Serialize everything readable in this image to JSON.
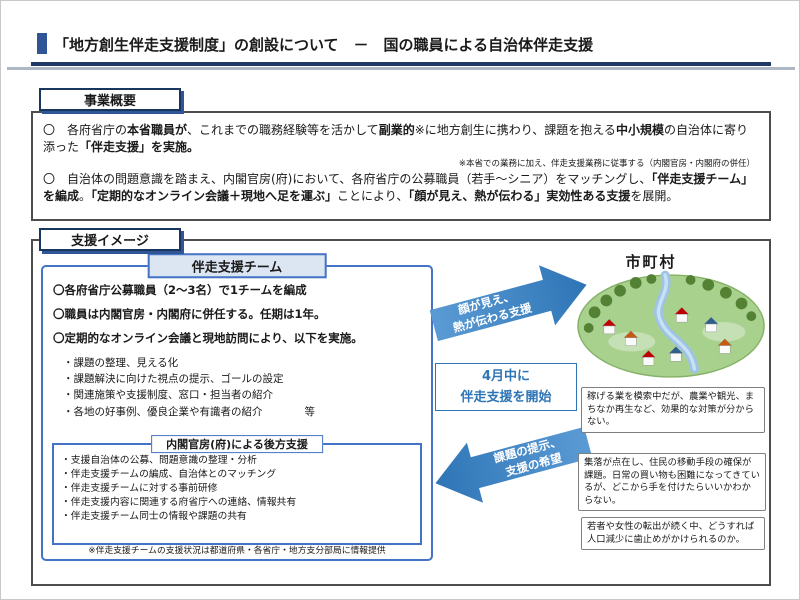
{
  "colors": {
    "accent_blue": "#2f5597",
    "navy": "#1f3864",
    "team_border_blue": "#4472c4",
    "team_header_fill": "#dce6f2",
    "arrow_blue": "#2e75b6",
    "village_green": "#a9d18e"
  },
  "header": {
    "title": "「地方創生伴走支援制度」の創設について　－　国の職員による自治体伴走支援"
  },
  "overview": {
    "label": "事業概要",
    "bullet1_segments": [
      {
        "t": "〇　各府省庁の",
        "b": false
      },
      {
        "t": "本省職員が",
        "b": true
      },
      {
        "t": "、これまでの職務経験等を活かして",
        "b": false
      },
      {
        "t": "副業的",
        "b": true
      },
      {
        "t": "※",
        "b": false
      },
      {
        "t": "に地方創生に携わり、課題を抱える",
        "b": false
      },
      {
        "t": "中小規模",
        "b": true
      },
      {
        "t": "の自治体に寄り添った",
        "b": false
      },
      {
        "t": "「伴走支援」を実施。",
        "b": true
      }
    ],
    "note": "※本省での業務に加え、伴走支援業務に従事する（内閣官房・内閣府の併任）",
    "bullet2_segments": [
      {
        "t": "〇　自治体の問題意識を踏まえ、内閣官房(府)において、各府省庁の公募職員（若手～シニア）をマッチングし、",
        "b": false
      },
      {
        "t": "「伴走支援チーム」を編成",
        "b": true
      },
      {
        "t": "。",
        "b": false
      },
      {
        "t": "「定期的なオンライン会議＋現地へ足を運ぶ」",
        "b": true
      },
      {
        "t": "ことにより、",
        "b": false
      },
      {
        "t": "「顔が見え、熱が伝わる」実効性ある支援",
        "b": true
      },
      {
        "t": "を展開。",
        "b": false
      }
    ]
  },
  "support": {
    "label": "支援イメージ",
    "team": {
      "title": "伴走支援チーム",
      "bullets": [
        "〇各府省庁公募職員（2～3名）で1チームを編成",
        "〇職員は内閣官房・内閣府に併任する。任期は1年。",
        "〇定期的なオンライン会議と現地訪問により、以下を実施。"
      ],
      "details": [
        "・課題の整理、見える化",
        "・課題解決に向けた視点の提示、ゴールの設定",
        "・関連施策や支援制度、窓口・担当者の紹介",
        "・各地の好事例、優良企業や有識者の紹介　　　　等"
      ],
      "backup": {
        "title": "内閣官房(府)による後方支援",
        "items": [
          "・支援自治体の公募、問題意識の整理・分析",
          "・伴走支援チームの編成、自治体とのマッチング",
          "・伴走支援チームに対する事前研修",
          "・伴走支援内容に関連する府省庁への連絡、情報共有",
          "・伴走支援チーム同士の情報や課題の共有"
        ]
      },
      "note": "※伴走支援チームの支援状況は都道府県・各省庁・地方支分部局に情報提供"
    },
    "middle": {
      "arrow_top_line1": "顔が見え、",
      "arrow_top_line2": "熱が伝わる支援",
      "start_line1": "4月中に",
      "start_line2": "伴走支援を開始",
      "arrow_bottom_line1": "課題の提示、",
      "arrow_bottom_line2": "支援の希望"
    },
    "municipality": {
      "title": "市町村",
      "callouts": [
        "稼げる業を模索中だが、農業や観光、まちなか再生など、効果的な対策が分からない。",
        "集落が点在し、住民の移動手段の確保が課題。日常の買い物も困難になってきているが、どこから手を付けたらいいかわからない。",
        "若者や女性の転出が続く中、どうすれば人口減少に歯止めがかけられるのか。"
      ]
    }
  }
}
